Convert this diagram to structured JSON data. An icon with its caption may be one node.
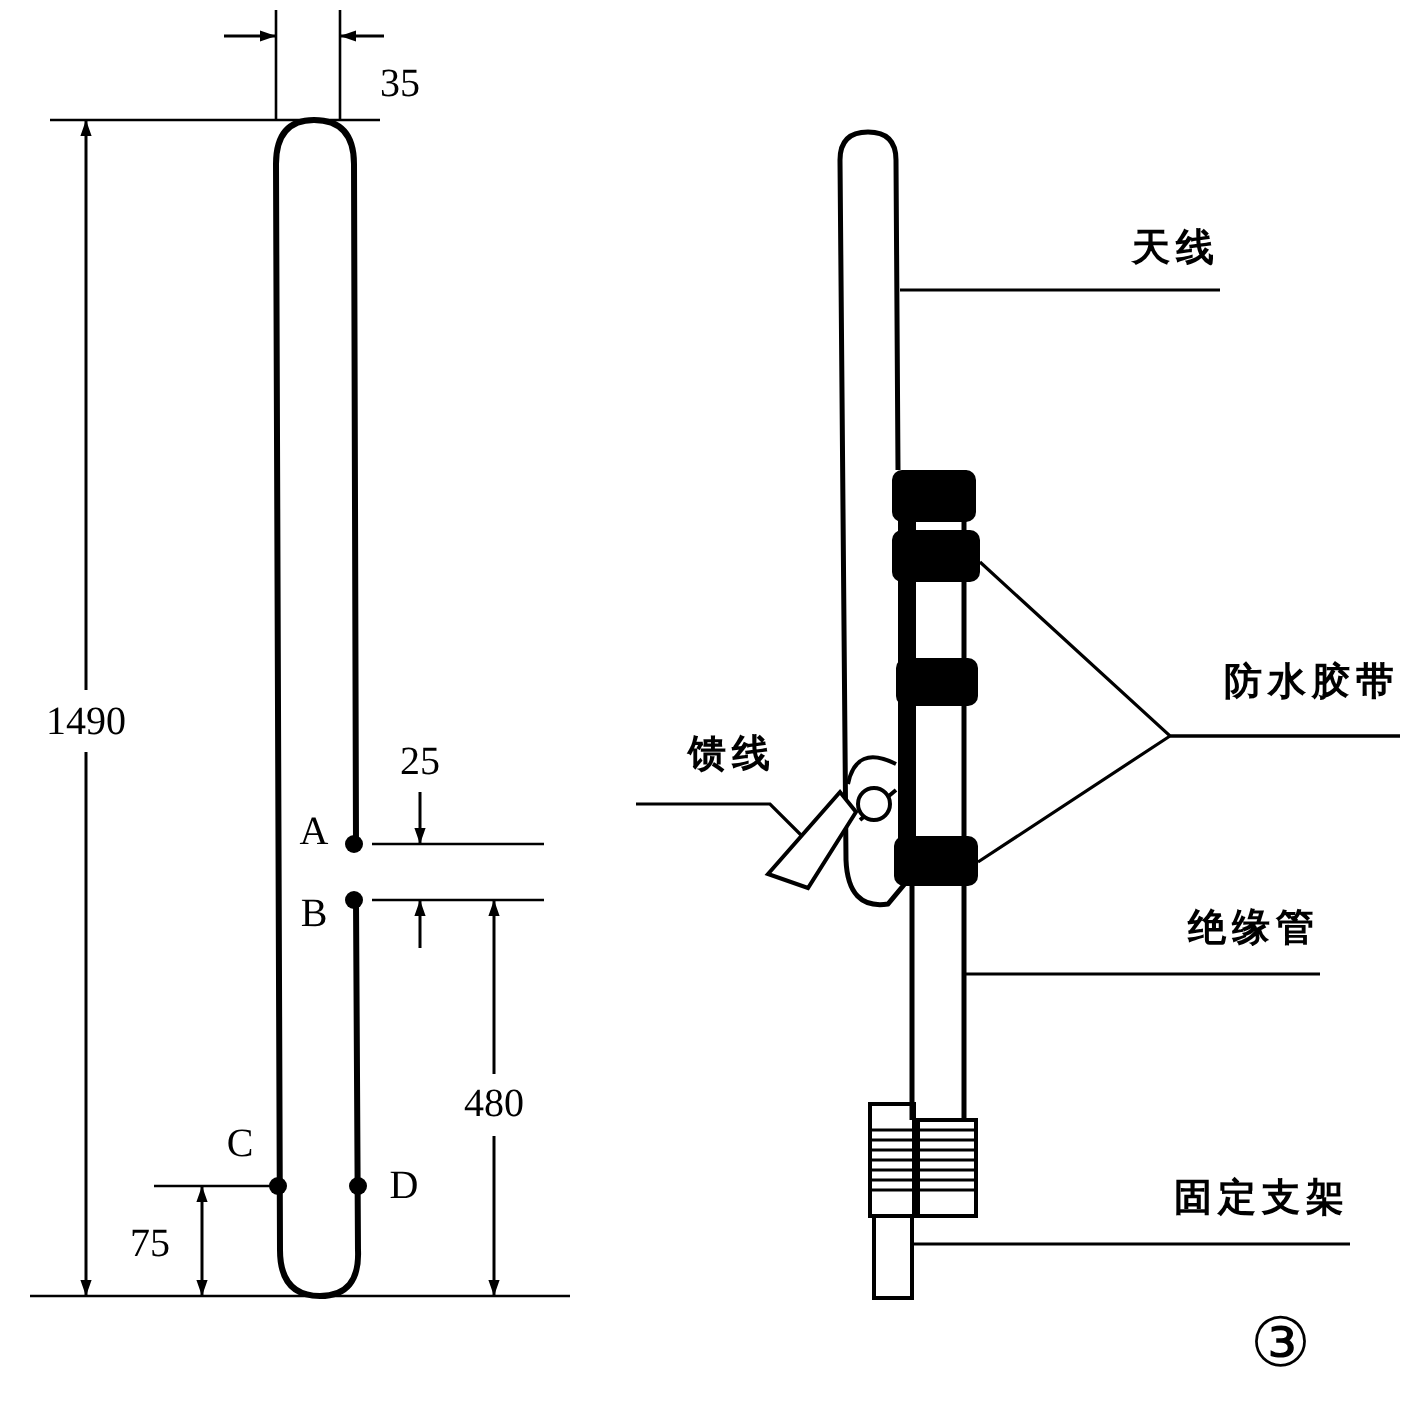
{
  "diagram": {
    "nodes": [
      {
        "text": [
          "天线"
        ]
      },
      {
        "text": [
          "防水胶带"
        ]
      },
      {
        "text": [
          "馈线"
        ]
      },
      {
        "text": [
          "绝缘管"
        ]
      },
      {
        "text": [
          "固定支架"
        ]
      },
      {
        "text": [],
        "shape": "picture"
      },
      {
        "text": [],
        "shape": "bar"
      },
      {
        "text": [],
        "shape": "bar"
      },
      {
        "text": [],
        "shape": "picture"
      },
      {
        "text": [],
        "shape": "picture"
      },
      {
        "text": [],
        "shape": "box"
      }
    ],
    "edges": [
      {
        "from": 0,
        "to": 5,
        "arrow": "none"
      },
      {
        "from": 1,
        "to": 6,
        "arrow": "none"
      },
      {
        "from": 1,
        "to": 7,
        "arrow": "none"
      },
      {
        "from": 2,
        "to": 8,
        "arrow": "none"
      },
      {
        "from": 3,
        "to": 9,
        "arrow": "none"
      },
      {
        "from": 4,
        "to": 10,
        "arrow": "none"
      }
    ],
    "labels": [
      "35",
      "1490",
      "25",
      "A",
      "B",
      "480",
      "C",
      "D",
      "75",
      "③"
    ]
  }
}
